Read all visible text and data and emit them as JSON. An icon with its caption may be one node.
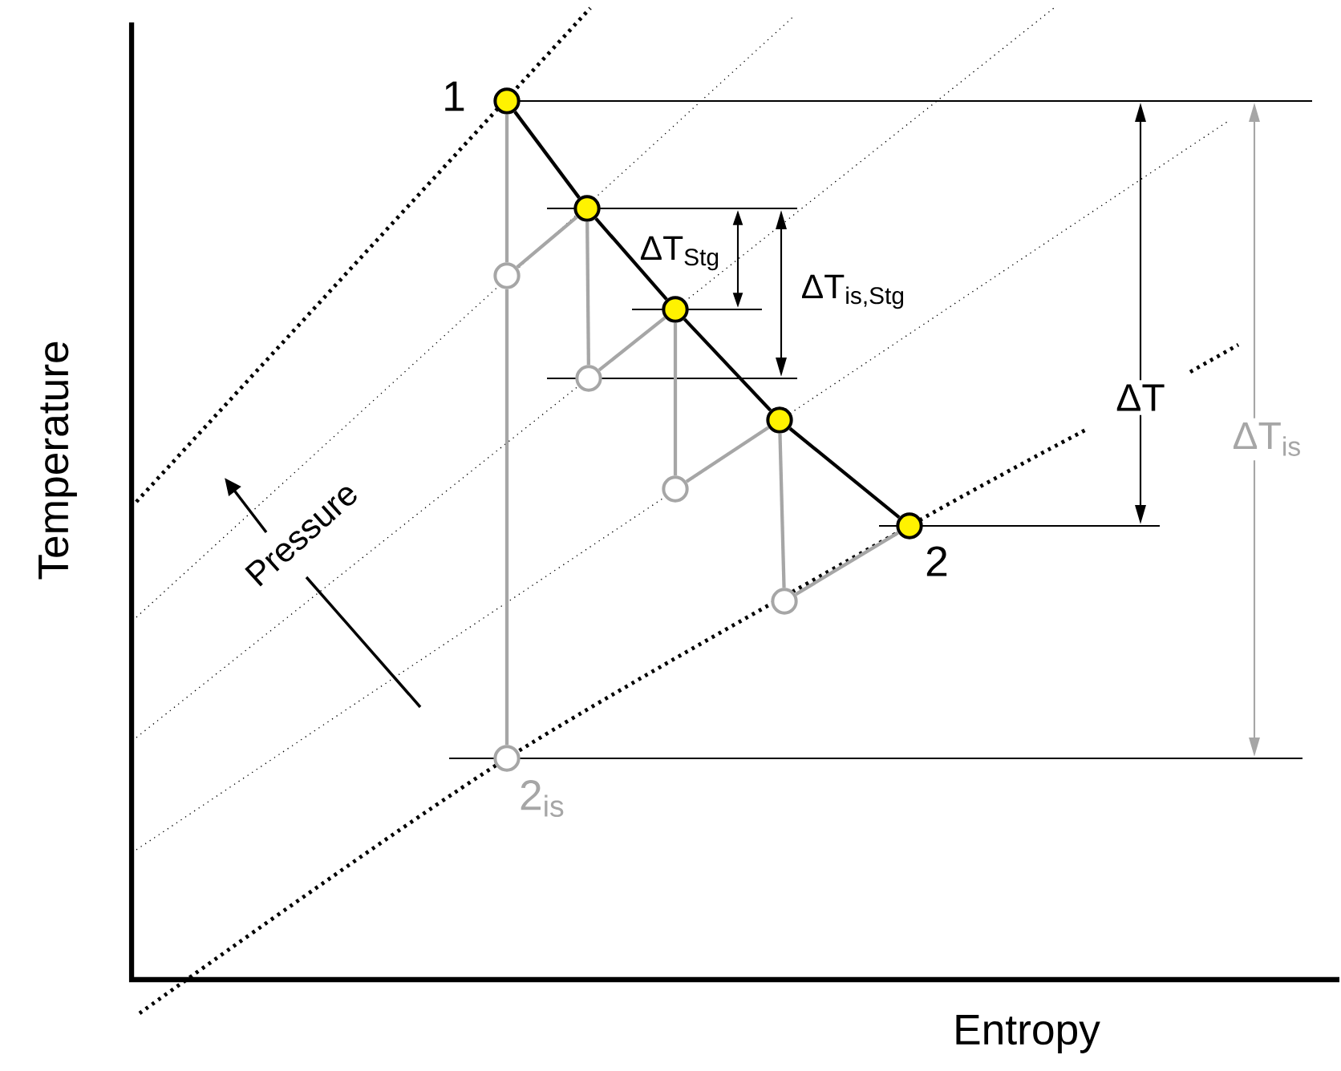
{
  "diagram": {
    "nodes": [
      {
        "text": [],
        "shape": "circle",
        "beside": [
          "1"
        ]
      },
      {
        "text": [],
        "shape": "circle"
      },
      {
        "text": [],
        "shape": "circle"
      },
      {
        "text": [],
        "shape": "circle"
      },
      {
        "text": [],
        "shape": "circle"
      },
      {
        "text": [],
        "shape": "circle"
      },
      {
        "text": [],
        "shape": "circle"
      },
      {
        "text": [],
        "shape": "circle",
        "beside": [
          "2"
        ]
      },
      {
        "text": [],
        "shape": "circle"
      },
      {
        "text": [],
        "shape": "circle",
        "beside": [
          "2$_{is}$"
        ]
      }
    ],
    "edges": [
      {
        "from": 0,
        "to": 1,
        "arrow": "none",
        "color": "#000000"
      },
      {
        "from": 1,
        "to": 3,
        "arrow": "none",
        "color": "#000000"
      },
      {
        "from": 3,
        "to": 5,
        "arrow": "none",
        "color": "#000000"
      },
      {
        "from": 5,
        "to": 7,
        "arrow": "none",
        "color": "#000000"
      },
      {
        "from": 0,
        "to": 2,
        "arrow": "none"
      },
      {
        "from": 2,
        "to": 9,
        "arrow": "none"
      },
      {
        "from": 2,
        "to": 1,
        "arrow": "none"
      },
      {
        "from": 1,
        "to": 4,
        "arrow": "none"
      },
      {
        "from": 4,
        "to": 3,
        "arrow": "none"
      },
      {
        "from": 3,
        "to": 6,
        "arrow": "none"
      },
      {
        "from": 6,
        "to": 5,
        "arrow": "none"
      },
      {
        "from": 5,
        "to": 8,
        "arrow": "none"
      },
      {
        "from": 8,
        "to": 7,
        "arrow": "none"
      }
    ],
    "labels": [
      "ΔT$_{Stg}$",
      "ΔT$_{is,Stg}$",
      "ΔT",
      "ΔT$_{is}$",
      "Pressure",
      "Temperature",
      "Entropy"
    ]
  }
}
